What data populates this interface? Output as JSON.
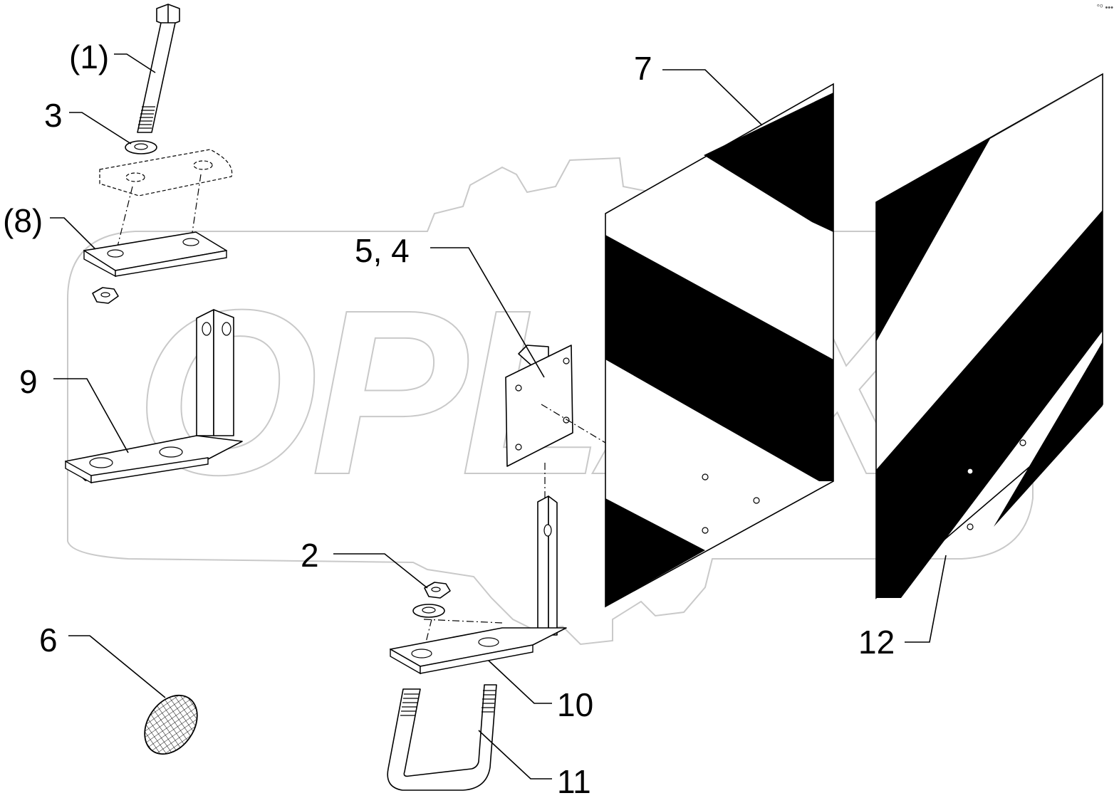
{
  "watermark": {
    "text": "OPLAX"
  },
  "corner_mark": "°⁰ •••",
  "callouts": [
    {
      "id": "c1",
      "label": "(1)"
    },
    {
      "id": "c3",
      "label": "3"
    },
    {
      "id": "c8",
      "label": "(8)"
    },
    {
      "id": "c9",
      "label": "9"
    },
    {
      "id": "c54",
      "label": "5, 4"
    },
    {
      "id": "c7",
      "label": "7"
    },
    {
      "id": "c2",
      "label": "2"
    },
    {
      "id": "c6",
      "label": "6"
    },
    {
      "id": "c10",
      "label": "10"
    },
    {
      "id": "c11",
      "label": "11"
    },
    {
      "id": "c12",
      "label": "12"
    }
  ]
}
